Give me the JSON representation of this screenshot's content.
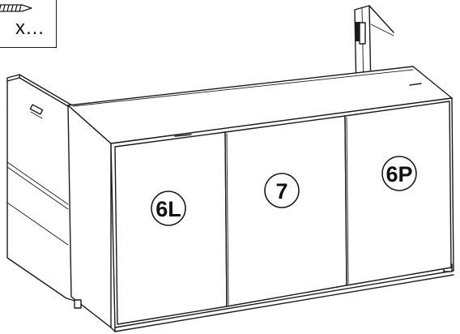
{
  "diagram": {
    "quantity_box": {
      "icon": "screw-icon",
      "quantity_text": "x…"
    },
    "part_labels": [
      {
        "id": "left-door",
        "text": "6L"
      },
      {
        "id": "middle-door",
        "text": "7"
      },
      {
        "id": "right-door",
        "text": "6P"
      }
    ],
    "colors": {
      "line": "#1a1a1a",
      "background": "#ffffff"
    }
  }
}
